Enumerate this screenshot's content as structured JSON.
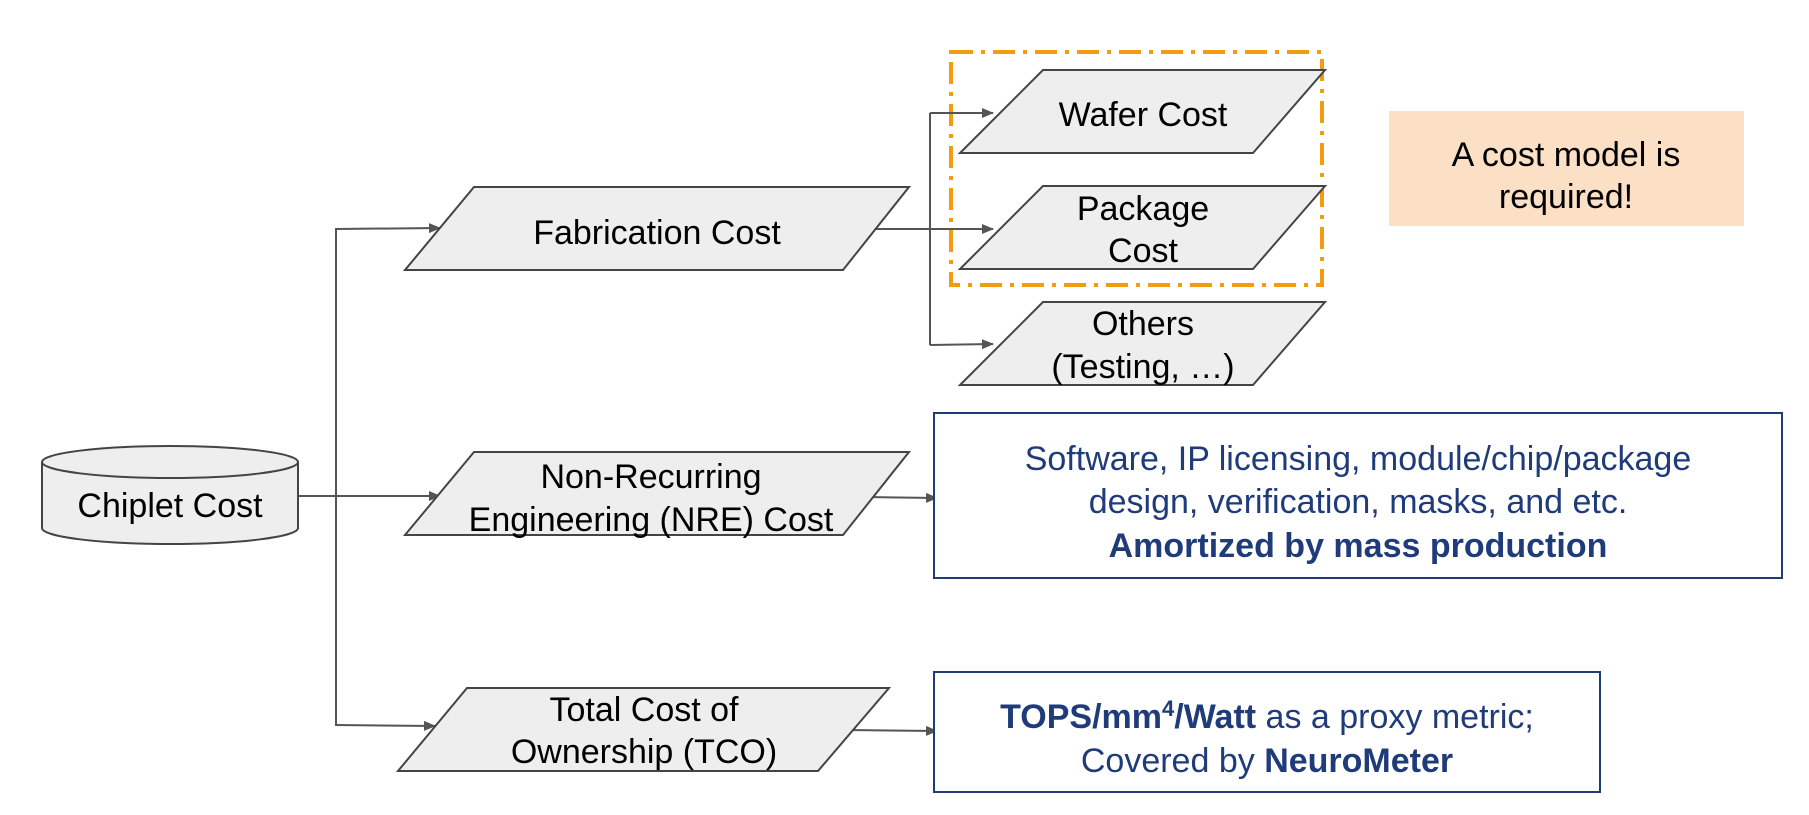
{
  "root": {
    "label": "Chiplet Cost"
  },
  "fabrication": {
    "label": "Fabrication Cost",
    "children": [
      {
        "line1": "Wafer Cost",
        "line2": ""
      },
      {
        "line1": "Package",
        "line2": "Cost"
      },
      {
        "line1": "Others",
        "line2": "(Testing, …)"
      }
    ]
  },
  "nre": {
    "line1": "Non-Recurring",
    "line2": "Engineering (NRE) Cost",
    "desc_line1": "Software, IP licensing, module/chip/package",
    "desc_line2": "design, verification, masks, and etc.",
    "desc_line3": "Amortized by mass production"
  },
  "tco": {
    "line1": "Total Cost of",
    "line2": "Ownership (TCO)",
    "desc_bold1": "TOPS/mm",
    "desc_sup": "4",
    "desc_bold2": "/Watt",
    "desc_rest1": " as a proxy metric;",
    "desc_rest2": "Covered by ",
    "desc_bold3": "NeuroMeter"
  },
  "callout": {
    "line1": "A cost model is",
    "line2": "required!"
  },
  "colors": {
    "shape_fill": "#eeeeee",
    "desc_text": "#1f3b7a",
    "highlight_border": "#f39c12",
    "callout_fill": "#fbe0c6"
  }
}
